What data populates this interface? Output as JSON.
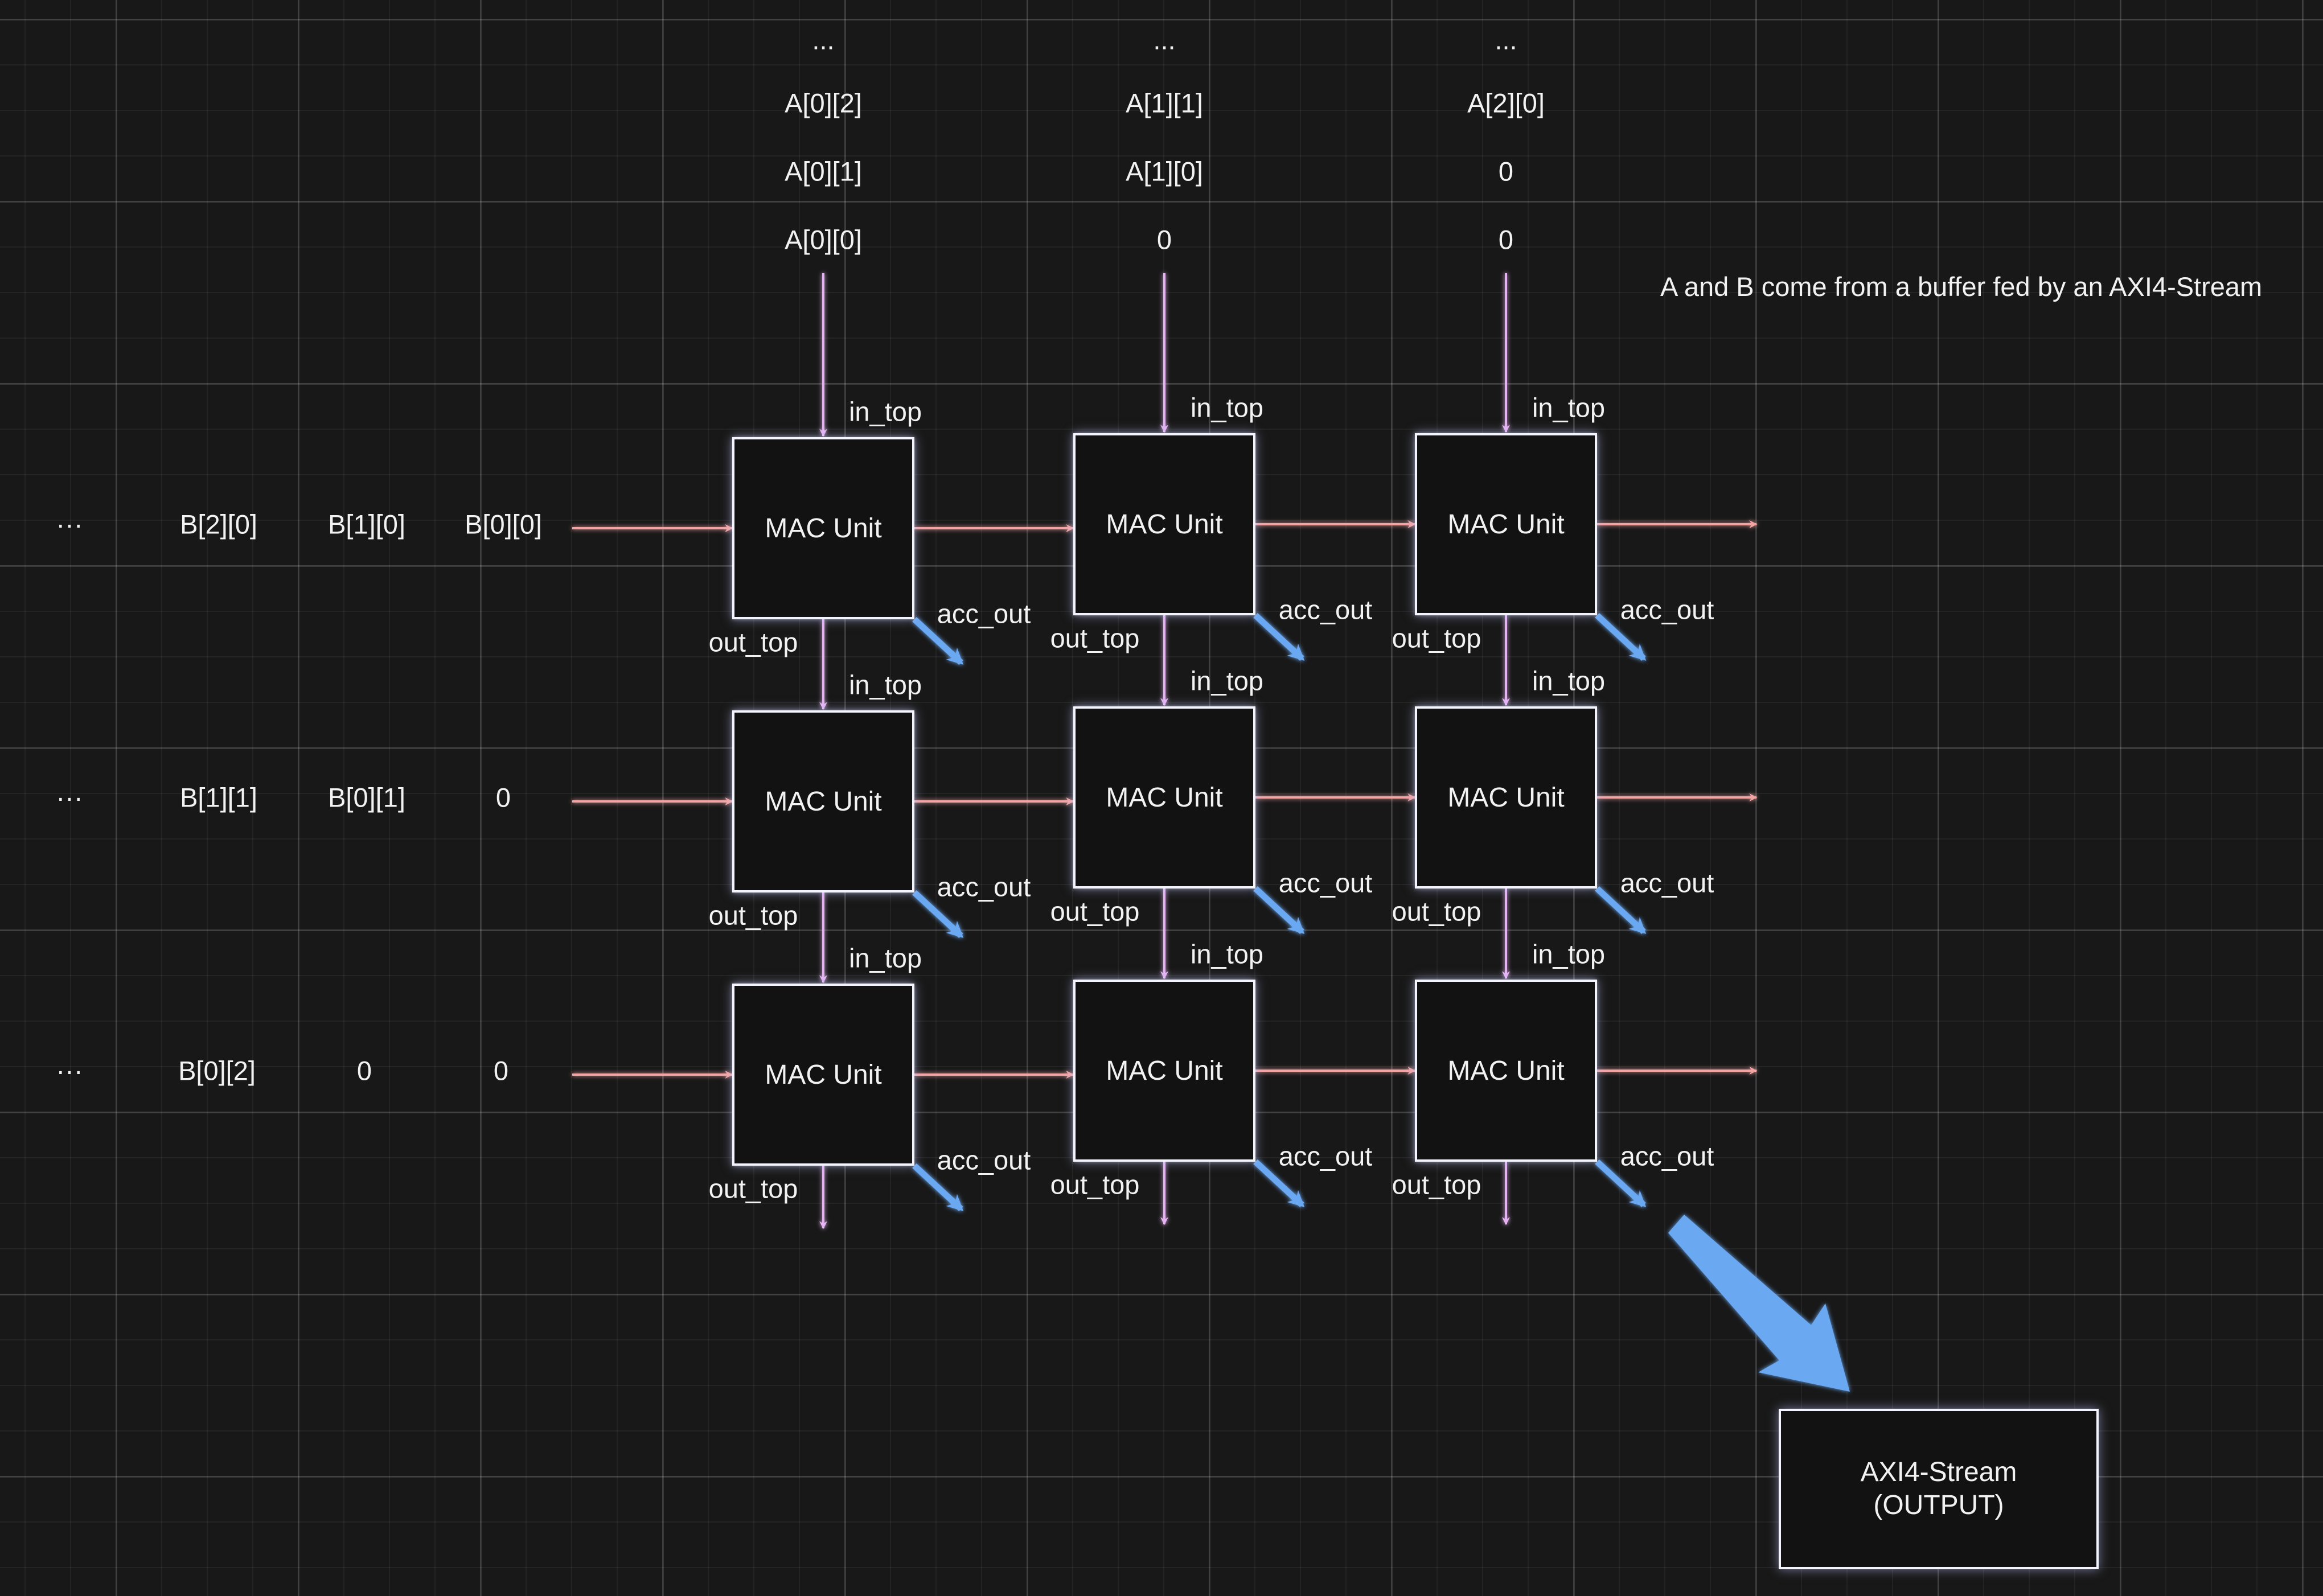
{
  "top_inputs": {
    "col0": {
      "dots": "...",
      "r1": "A[0][2]",
      "r2": "A[0][1]",
      "r3": "A[0][0]"
    },
    "col1": {
      "dots": "...",
      "r1": "A[1][1]",
      "r2": "A[1][0]",
      "r3": "0"
    },
    "col2": {
      "dots": "...",
      "r1": "A[2][0]",
      "r2": "0",
      "r3": "0"
    }
  },
  "left_inputs": {
    "row0": {
      "dots": "···",
      "c1": "B[2][0]",
      "c2": "B[1][0]",
      "c3": "B[0][0]"
    },
    "row1": {
      "dots": "···",
      "c1": "B[1][1]",
      "c2": "B[0][1]",
      "c3": "0"
    },
    "row2": {
      "dots": "···",
      "c1": "B[0][2]",
      "c2": "0",
      "c3": "0"
    }
  },
  "mac_label": "MAC Unit",
  "ports": {
    "in_top": "in_top",
    "out_top": "out_top",
    "acc_out": "acc_out"
  },
  "note": "A and B come from a buffer fed by an AXI4-Stream",
  "output_box": {
    "line1": "AXI4-Stream",
    "line2": "(OUTPUT)"
  },
  "colors": {
    "background": "#181818",
    "vertical_arrow": "#e6b3f2",
    "horizontal_arrow": "#f4a3a3",
    "acc_arrow": "#6aa8f2"
  }
}
